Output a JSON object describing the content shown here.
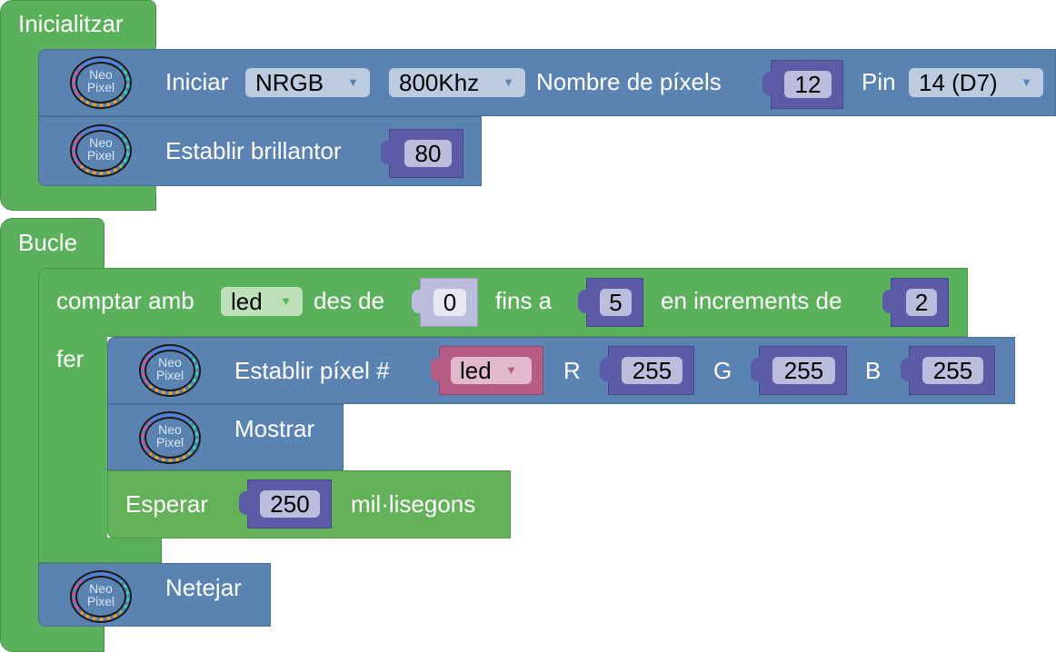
{
  "colors": {
    "control": "#5bb05b",
    "neopixel": "#5b83b1",
    "number": "#5b5ba8",
    "variable": "#b45c85"
  },
  "init": {
    "label": "Inicialitzar",
    "begin": {
      "icon": "neopixel-icon",
      "logo": "Neo Pixel",
      "label": "Iniciar",
      "type": "NRGB",
      "freq": "800Khz",
      "pixels_label": "Nombre de píxels",
      "pixels": "12",
      "pin_label": "Pin",
      "pin": "14 (D7)"
    },
    "brightness": {
      "icon": "neopixel-icon",
      "label": "Establir brillantor",
      "value": "80"
    }
  },
  "loop": {
    "label": "Bucle",
    "for": {
      "label": "comptar amb",
      "var": "led",
      "from_label": "des de",
      "from": "0",
      "to_label": "fins a",
      "to": "5",
      "step_label": "en increments de",
      "step": "2",
      "do_label": "fer"
    },
    "set_pixel": {
      "label": "Establir píxel #",
      "var": "led",
      "r_label": "R",
      "r": "255",
      "g_label": "G",
      "g": "255",
      "b_label": "B",
      "b": "255"
    },
    "show": {
      "label": "Mostrar"
    },
    "wait": {
      "label": "Esperar",
      "value": "250",
      "unit": "mil·lisegons"
    },
    "clear": {
      "label": "Netejar"
    }
  },
  "arrow": "▼"
}
